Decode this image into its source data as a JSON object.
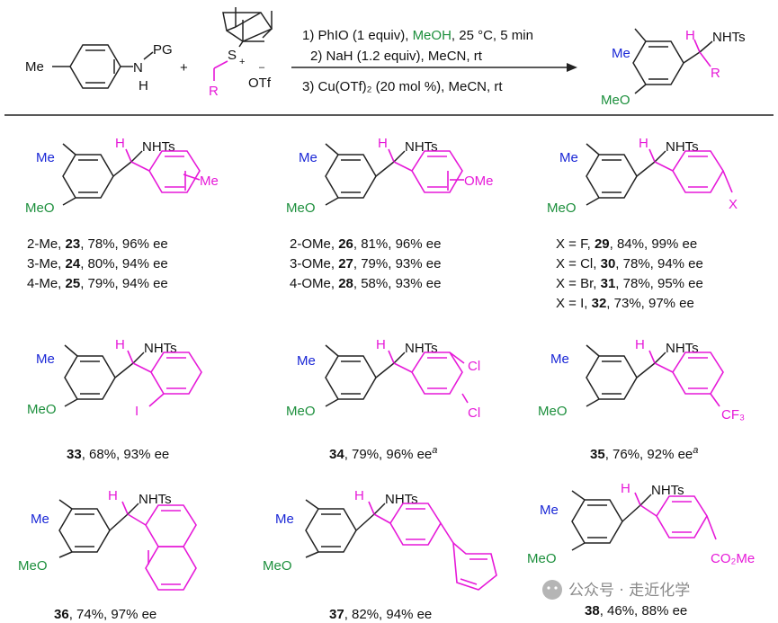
{
  "header": {
    "reactant_substituent": "Me",
    "pg_label": "PG",
    "n_label": "N",
    "h_label": "H",
    "plus": "+",
    "r_label": "R",
    "s_label": "S",
    "s_charge": "+",
    "otf_label": "OTf",
    "otf_charge": "–",
    "cond1_a": "1) PhIO (1 equiv), ",
    "cond1_b": "MeOH",
    "cond1_c": ", 25 °C, 5 min",
    "cond2": "2) NaH (1.2 equiv), MeCN, rt",
    "cond3": "3) Cu(OTf)₂ (20 mol %), MeCN, rt",
    "prod_h": "H",
    "prod_nhts": "NHTs",
    "prod_me": "Me",
    "prod_meo": "MeO",
    "prod_r": "R",
    "colors": {
      "magenta": "#e619d8",
      "blue": "#1a27d6",
      "green": "#1c8f3c"
    }
  },
  "common_labels": {
    "h": "H",
    "nhts": "NHTs",
    "me": "Me",
    "meo": "MeO"
  },
  "substituent_labels": {
    "me_ring": "Me",
    "ome_ring": "OMe",
    "x": "X",
    "i": "I",
    "cl1": "Cl",
    "cl2": "Cl",
    "cf3": "CF₃",
    "co2me": "CO₂Me"
  },
  "entries_block1": [
    {
      "pre": "2-Me, ",
      "num": "23",
      "post": ", 78%, 96% ee"
    },
    {
      "pre": "3-Me, ",
      "num": "24",
      "post": ", 80%, 94% ee"
    },
    {
      "pre": "4-Me, ",
      "num": "25",
      "post": ", 79%, 94% ee"
    }
  ],
  "entries_block2": [
    {
      "pre": "2-OMe, ",
      "num": "26",
      "post": ", 81%, 96% ee"
    },
    {
      "pre": "3-OMe, ",
      "num": "27",
      "post": ", 79%, 93% ee"
    },
    {
      "pre": "4-OMe, ",
      "num": "28",
      "post": ", 58%, 93% ee"
    }
  ],
  "entries_block3": [
    {
      "pre": "X = F, ",
      "num": "29",
      "post": ", 84%, 99% ee"
    },
    {
      "pre": "X = Cl, ",
      "num": "30",
      "post": ", 78%, 94% ee"
    },
    {
      "pre": "X = Br, ",
      "num": "31",
      "post": ", 78%, 95% ee"
    },
    {
      "pre": "X = I, ",
      "num": "32",
      "post": ", 73%, 97% ee"
    }
  ],
  "single_entries": [
    {
      "num": "33",
      "post": ", 68%, 93% ee",
      "sup": ""
    },
    {
      "num": "34",
      "post": ", 79%, 96% ee",
      "sup": "a"
    },
    {
      "num": "35",
      "post": ", 76%, 92% ee",
      "sup": "a"
    },
    {
      "num": "36",
      "post": ", 74%, 97% ee",
      "sup": ""
    },
    {
      "num": "37",
      "post": ", 82%, 94% ee",
      "sup": ""
    },
    {
      "num": "38",
      "post": ", 46%, 88% ee",
      "sup": ""
    }
  ],
  "watermark": "公众号 · 走近化学"
}
